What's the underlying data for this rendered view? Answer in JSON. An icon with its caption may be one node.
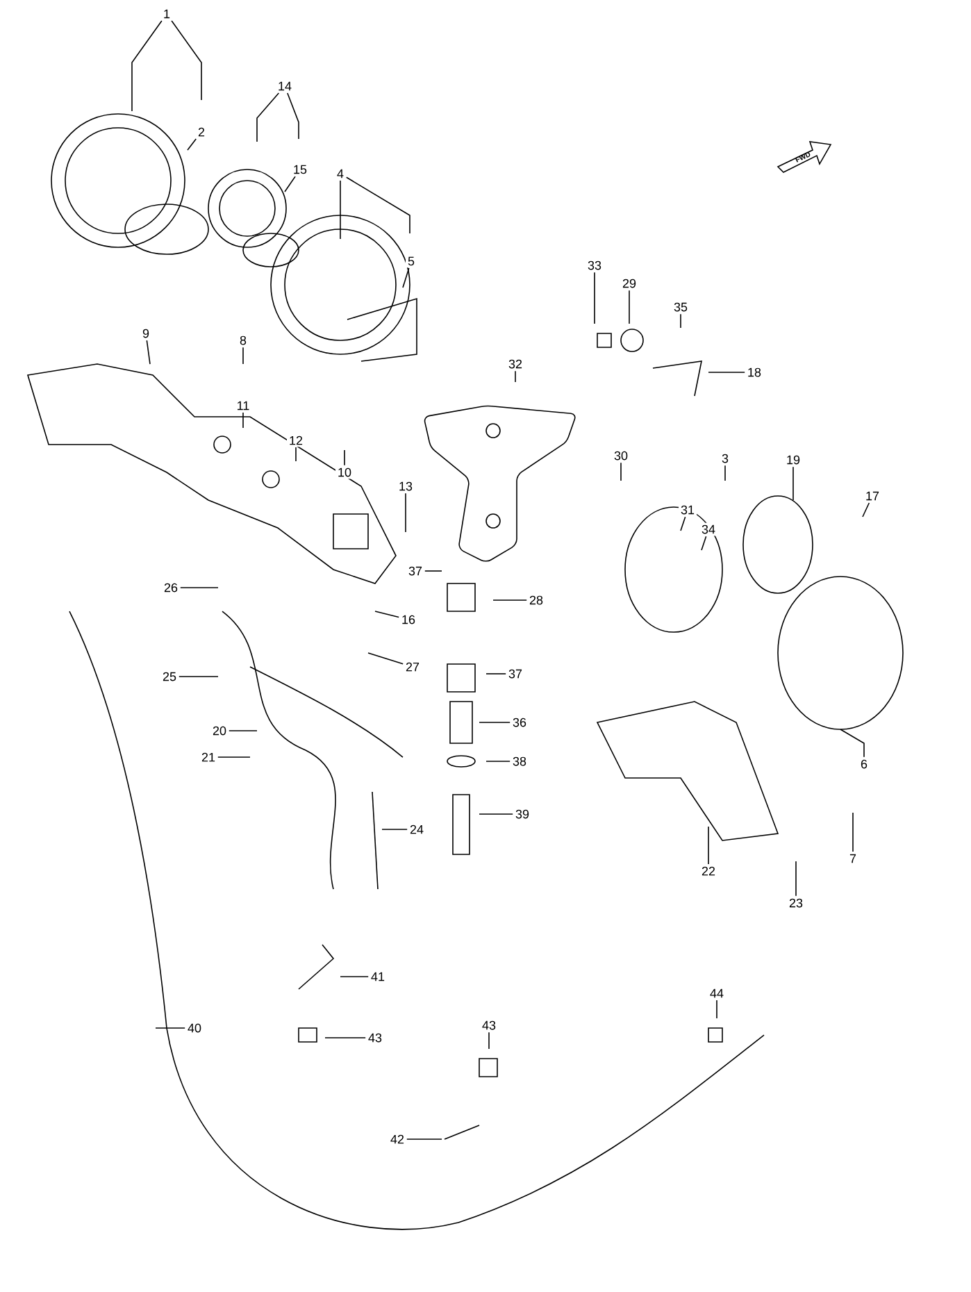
{
  "diagram": {
    "nodes": [
      {
        "text": [
          "1"
        ]
      },
      {
        "text": [
          "2"
        ]
      },
      {
        "text": [
          "14"
        ]
      },
      {
        "text": [
          "15"
        ]
      },
      {
        "text": [
          "4"
        ]
      },
      {
        "text": [
          "5"
        ]
      },
      {
        "text": [
          "9"
        ]
      },
      {
        "text": [
          "8"
        ]
      },
      {
        "text": [
          "11"
        ]
      },
      {
        "text": [
          "12"
        ]
      },
      {
        "text": [
          "10"
        ]
      },
      {
        "text": [
          "13"
        ]
      },
      {
        "text": [
          "33"
        ]
      },
      {
        "text": [
          "29"
        ]
      },
      {
        "text": [
          "35"
        ]
      },
      {
        "text": [
          "18"
        ]
      },
      {
        "text": [
          "32"
        ]
      },
      {
        "text": [
          "30"
        ]
      },
      {
        "text": [
          "3"
        ]
      },
      {
        "text": [
          "19"
        ]
      },
      {
        "text": [
          "17"
        ]
      },
      {
        "text": [
          "31"
        ]
      },
      {
        "text": [
          "34"
        ]
      },
      {
        "text": [
          "37"
        ]
      },
      {
        "text": [
          "28"
        ]
      },
      {
        "text": [
          "26"
        ]
      },
      {
        "text": [
          "16"
        ]
      },
      {
        "text": [
          "27"
        ]
      },
      {
        "text": [
          "37"
        ]
      },
      {
        "text": [
          "25"
        ]
      },
      {
        "text": [
          "36"
        ]
      },
      {
        "text": [
          "20"
        ]
      },
      {
        "text": [
          "21"
        ]
      },
      {
        "text": [
          "38"
        ]
      },
      {
        "text": [
          "24"
        ]
      },
      {
        "text": [
          "39"
        ]
      },
      {
        "text": [
          "22"
        ]
      },
      {
        "text": [
          "23"
        ]
      },
      {
        "text": [
          "7"
        ]
      },
      {
        "text": [
          "6"
        ]
      },
      {
        "text": [
          "41"
        ]
      },
      {
        "text": [
          "40"
        ]
      },
      {
        "text": [
          "43"
        ]
      },
      {
        "text": [
          "43"
        ]
      },
      {
        "text": [
          "44"
        ]
      },
      {
        "text": [
          "42"
        ]
      }
    ],
    "edges": [
      {
        "from": 0,
        "to": null,
        "arrow": "none"
      },
      {
        "from": 1,
        "to": null,
        "arrow": "none"
      },
      {
        "from": 2,
        "to": null,
        "arrow": "none"
      },
      {
        "from": 3,
        "to": null,
        "arrow": "none"
      },
      {
        "from": 4,
        "to": null,
        "arrow": "none"
      },
      {
        "from": 5,
        "to": null,
        "arrow": "none"
      },
      {
        "from": 6,
        "to": null,
        "arrow": "none"
      },
      {
        "from": 7,
        "to": null,
        "arrow": "none"
      },
      {
        "from": 8,
        "to": null,
        "arrow": "none"
      },
      {
        "from": 9,
        "to": null,
        "arrow": "none"
      },
      {
        "from": 10,
        "to": null,
        "arrow": "none"
      },
      {
        "from": 11,
        "to": null,
        "arrow": "none"
      },
      {
        "from": 12,
        "to": null,
        "arrow": "none"
      },
      {
        "from": 13,
        "to": null,
        "arrow": "none"
      },
      {
        "from": 14,
        "to": null,
        "arrow": "none"
      },
      {
        "from": 15,
        "to": null,
        "arrow": "none"
      },
      {
        "from": 16,
        "to": null,
        "arrow": "none"
      },
      {
        "from": 17,
        "to": null,
        "arrow": "none"
      },
      {
        "from": 18,
        "to": null,
        "arrow": "none"
      },
      {
        "from": 19,
        "to": null,
        "arrow": "none"
      },
      {
        "from": 20,
        "to": null,
        "arrow": "none"
      },
      {
        "from": 21,
        "to": null,
        "arrow": "none"
      },
      {
        "from": 22,
        "to": null,
        "arrow": "none"
      },
      {
        "from": 23,
        "to": null,
        "arrow": "none"
      },
      {
        "from": 24,
        "to": null,
        "arrow": "none"
      },
      {
        "from": 25,
        "to": null,
        "arrow": "none"
      },
      {
        "from": 26,
        "to": null,
        "arrow": "none"
      },
      {
        "from": 27,
        "to": null,
        "arrow": "none"
      },
      {
        "from": 28,
        "to": null,
        "arrow": "none"
      },
      {
        "from": 29,
        "to": null,
        "arrow": "none"
      },
      {
        "from": 30,
        "to": null,
        "arrow": "none"
      },
      {
        "from": 31,
        "to": null,
        "arrow": "none"
      },
      {
        "from": 32,
        "to": null,
        "arrow": "none"
      },
      {
        "from": 33,
        "to": null,
        "arrow": "none"
      },
      {
        "from": 34,
        "to": null,
        "arrow": "none"
      },
      {
        "from": 35,
        "to": null,
        "arrow": "none"
      },
      {
        "from": 36,
        "to": null,
        "arrow": "none"
      },
      {
        "from": 37,
        "to": null,
        "arrow": "none"
      },
      {
        "from": 38,
        "to": null,
        "arrow": "none"
      },
      {
        "from": 39,
        "to": null,
        "arrow": "none"
      },
      {
        "from": 40,
        "to": null,
        "arrow": "none"
      },
      {
        "from": 41,
        "to": null,
        "arrow": "none"
      },
      {
        "from": 42,
        "to": null,
        "arrow": "none"
      },
      {
        "from": 43,
        "to": null,
        "arrow": "none"
      },
      {
        "from": 44,
        "to": null,
        "arrow": "none"
      },
      {
        "from": 45,
        "to": null,
        "arrow": "none"
      }
    ],
    "labels": [
      "FWD"
    ]
  }
}
